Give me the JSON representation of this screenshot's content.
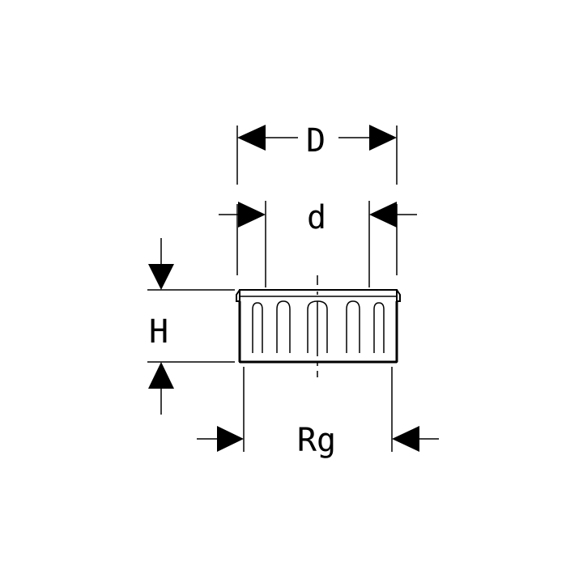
{
  "labels": {
    "outer_diameter": "D",
    "inner_diameter": "d",
    "height": "H",
    "thread": "Rg"
  }
}
